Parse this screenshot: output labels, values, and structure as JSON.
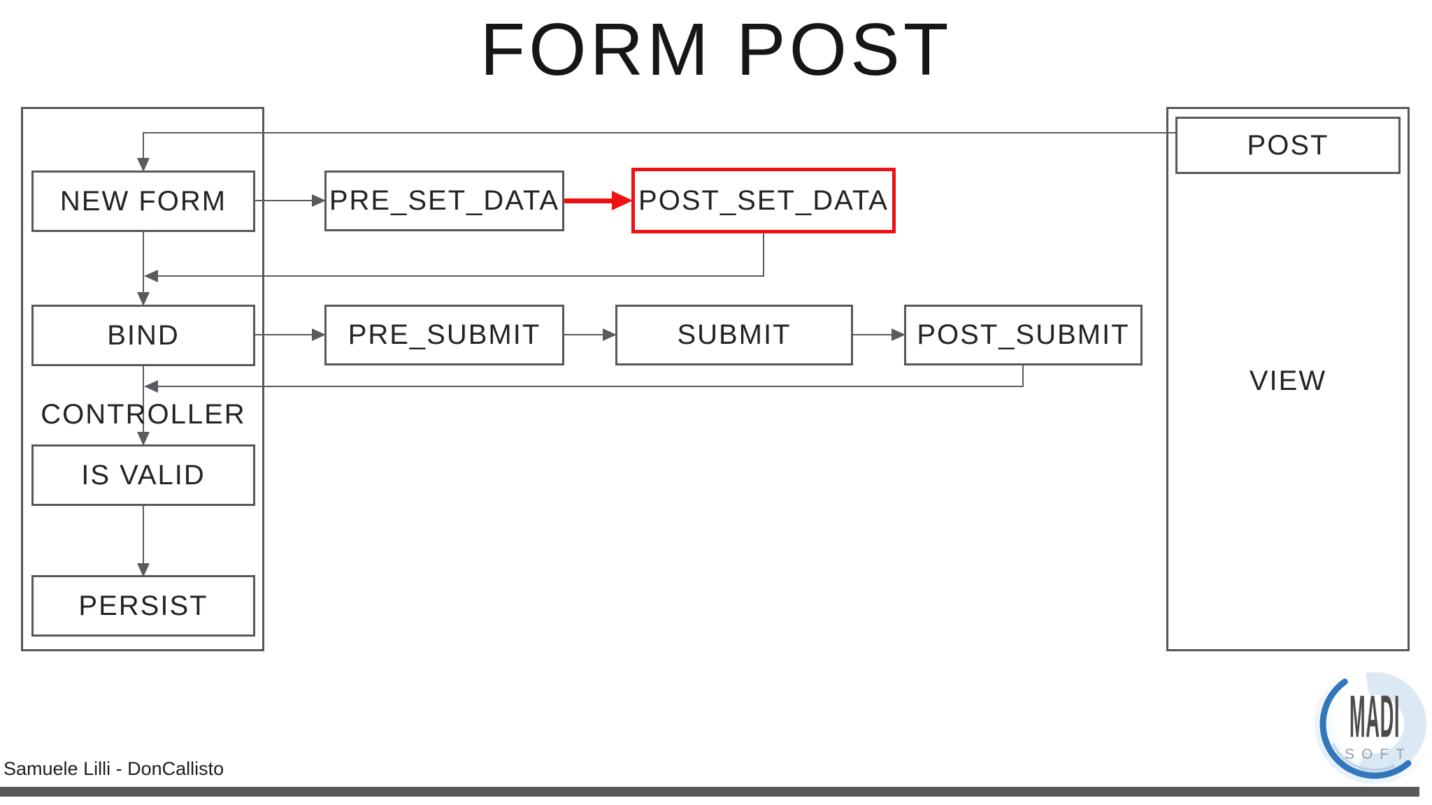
{
  "slide": {
    "title": "FORM POST",
    "credit": "Samuele Lilli - DonCallisto"
  },
  "flow": {
    "left_group": {
      "controller_label": "CONTROLLER",
      "new_form": "NEW FORM",
      "bind": "BIND",
      "is_valid": "IS VALID",
      "persist": "PERSIST"
    },
    "row1_events": {
      "pre_set_data": "PRE_SET_DATA",
      "post_set_data": "POST_SET_DATA"
    },
    "row2_events": {
      "pre_submit": "PRE_SUBMIT",
      "submit": "SUBMIT",
      "post_submit": "POST_SUBMIT"
    },
    "right_group": {
      "post": "POST",
      "view": "VIEW"
    }
  },
  "logo": {
    "top": "MADI",
    "bottom": "SOFT"
  },
  "colors": {
    "stroke_gray": "#56575b",
    "highlight_red": "#ee1111",
    "bottom_bar_gray": "#58585a",
    "logo_blue": "#3377bb"
  }
}
